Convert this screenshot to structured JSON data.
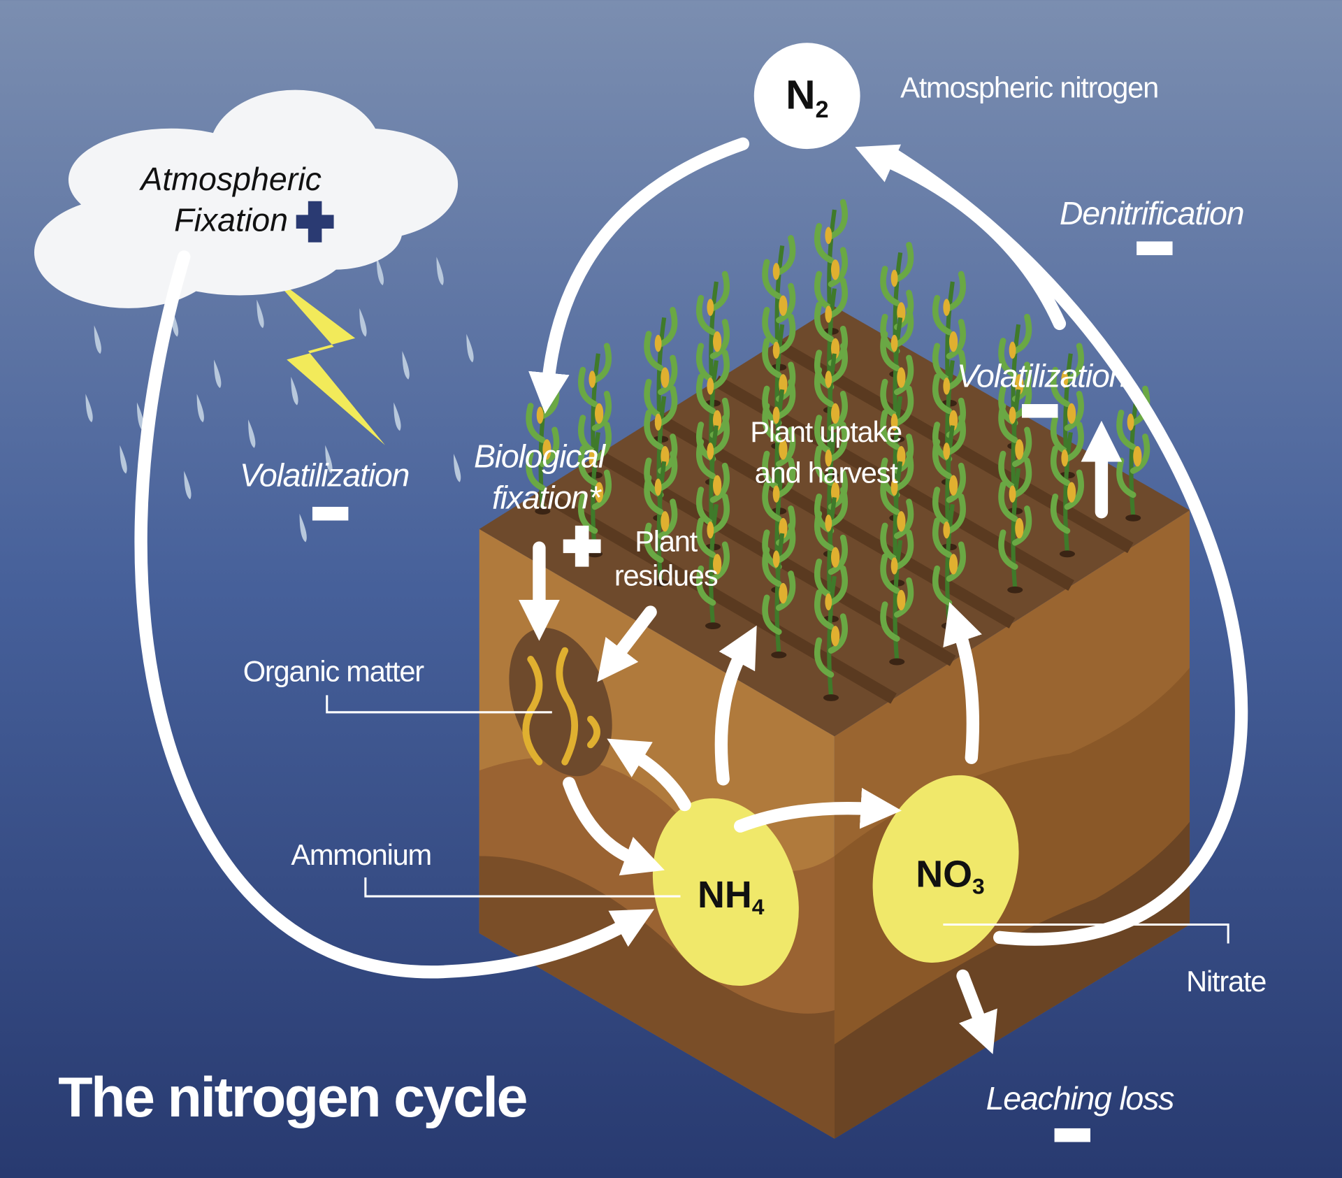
{
  "title": "The nitrogen cycle",
  "n2": {
    "main": "N",
    "sub": "2",
    "label": "Atmospheric nitrogen"
  },
  "cloud": {
    "line1": "Atmospheric",
    "line2": "Fixation",
    "sign": "plus"
  },
  "processes": {
    "denitrification": {
      "label": "Denitrification",
      "sign": "minus"
    },
    "volatilization_left": {
      "label": "Volatilization",
      "sign": "minus"
    },
    "volatilization_right": {
      "label": "Volatilization",
      "sign": "minus"
    },
    "biological_fixation": {
      "line1": "Biological",
      "line2": "fixation*",
      "sign": "plus"
    },
    "plant_residues": {
      "line1": "Plant",
      "line2": "residues"
    },
    "plant_uptake": {
      "line1": "Plant uptake",
      "line2": "and harvest"
    },
    "leaching": {
      "label": "Leaching loss",
      "sign": "minus"
    }
  },
  "pools": {
    "organic_matter": "Organic matter",
    "ammonium": {
      "label": "Ammonium",
      "main": "NH",
      "sub": "4"
    },
    "nitrate": {
      "label": "Nitrate",
      "main": "NO",
      "sub": "3"
    }
  },
  "colors": {
    "sky_top": "#7b8eb0",
    "sky_bottom": "#283a70",
    "pool": "#f0e86a",
    "soil_top": "#6e4a2c",
    "soil_left": "#b07a3c",
    "soil_right": "#9a6530",
    "plant": "#5e9a3a",
    "cob": "#e0b030"
  }
}
